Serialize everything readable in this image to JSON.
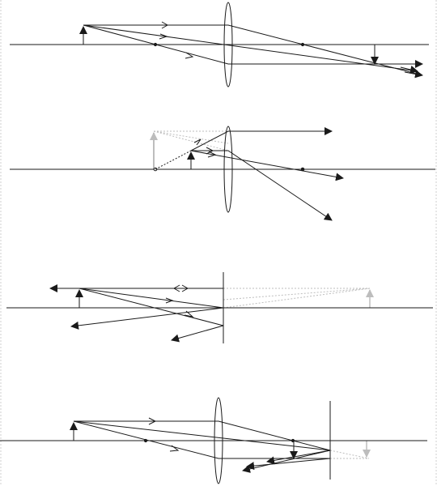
{
  "colors": {
    "ray": "#1a1a1a",
    "virtual": "#bdbdbd",
    "background": "#ffffff"
  },
  "diagrams": [
    {
      "id": "convex-lens-real-image"
    },
    {
      "id": "convex-lens-virtual-image"
    },
    {
      "id": "concave-mirror-real-image"
    },
    {
      "id": "lens-and-mirror-system"
    }
  ]
}
